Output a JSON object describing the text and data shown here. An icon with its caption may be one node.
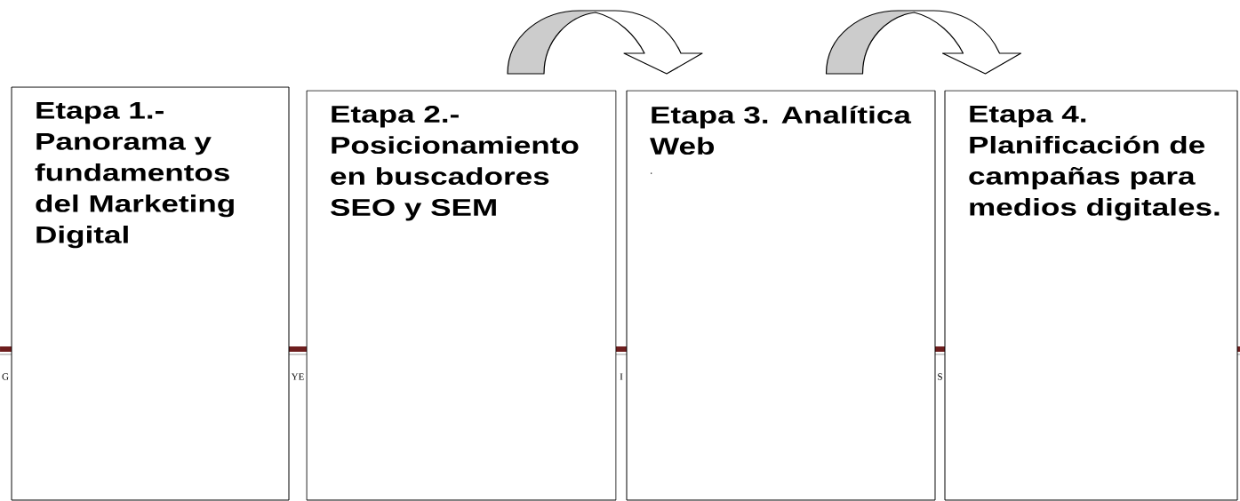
{
  "diagram": {
    "nodes": [
      {
        "text": [
          "Etapa 1.- Panorama y fundamentos del Marketing Digital"
        ]
      },
      {
        "text": [
          "Etapa 2.- Posicionamiento en buscadores SEO y SEM"
        ]
      },
      {
        "text": [
          "Etapa 3. Analítica Web",
          "."
        ]
      },
      {
        "text": [
          "Etapa 4. Planificación de campañas para medios digitales."
        ]
      }
    ],
    "edges": [
      {
        "from": 1,
        "to": 2,
        "arrow": "to"
      },
      {
        "from": 2,
        "to": 3,
        "arrow": "to"
      }
    ],
    "labels": [
      "G",
      "YE",
      "I",
      "S"
    ]
  }
}
